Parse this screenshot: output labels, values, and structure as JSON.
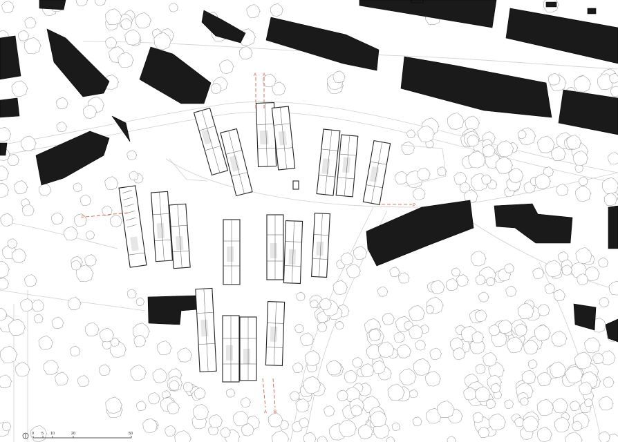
{
  "map": {
    "section_markers": {
      "a_top_left": "A",
      "a_top_right": "A",
      "a_bottom_left": "A",
      "a_bottom_right": "B",
      "b_left": "P",
      "b_right": "P"
    },
    "north_marker": "N",
    "scale_bar": {
      "ticks": [
        "0",
        "5",
        "10",
        "20",
        "50"
      ]
    },
    "colors": {
      "existing_buildings": "#1a1a1a",
      "trees": "#9a9a9a",
      "section_lines": "#d9472b",
      "roads": "#cfcfcf"
    }
  }
}
